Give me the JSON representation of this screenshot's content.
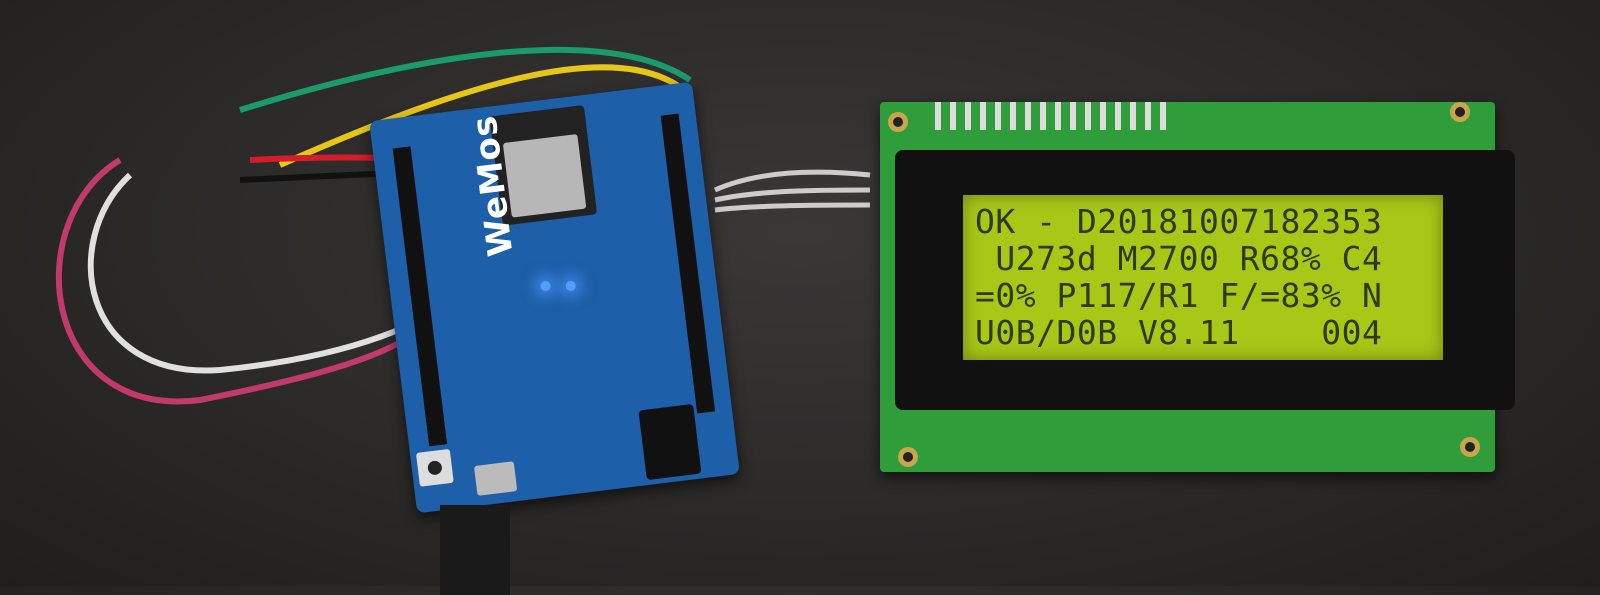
{
  "board": {
    "brand": "WeMos"
  },
  "lcd": {
    "lines": [
      "OK - D20181007182353",
      " U273d M2700 R68% C4",
      "=0% P117/R1 F/=83% N",
      "U0B/D0B V8.11    004"
    ],
    "backlight_color": "#a8c818",
    "text_color": "#2e3a10"
  },
  "colors": {
    "board": "#1d5fa8",
    "lcd_pcb": "#2f9d3a"
  }
}
